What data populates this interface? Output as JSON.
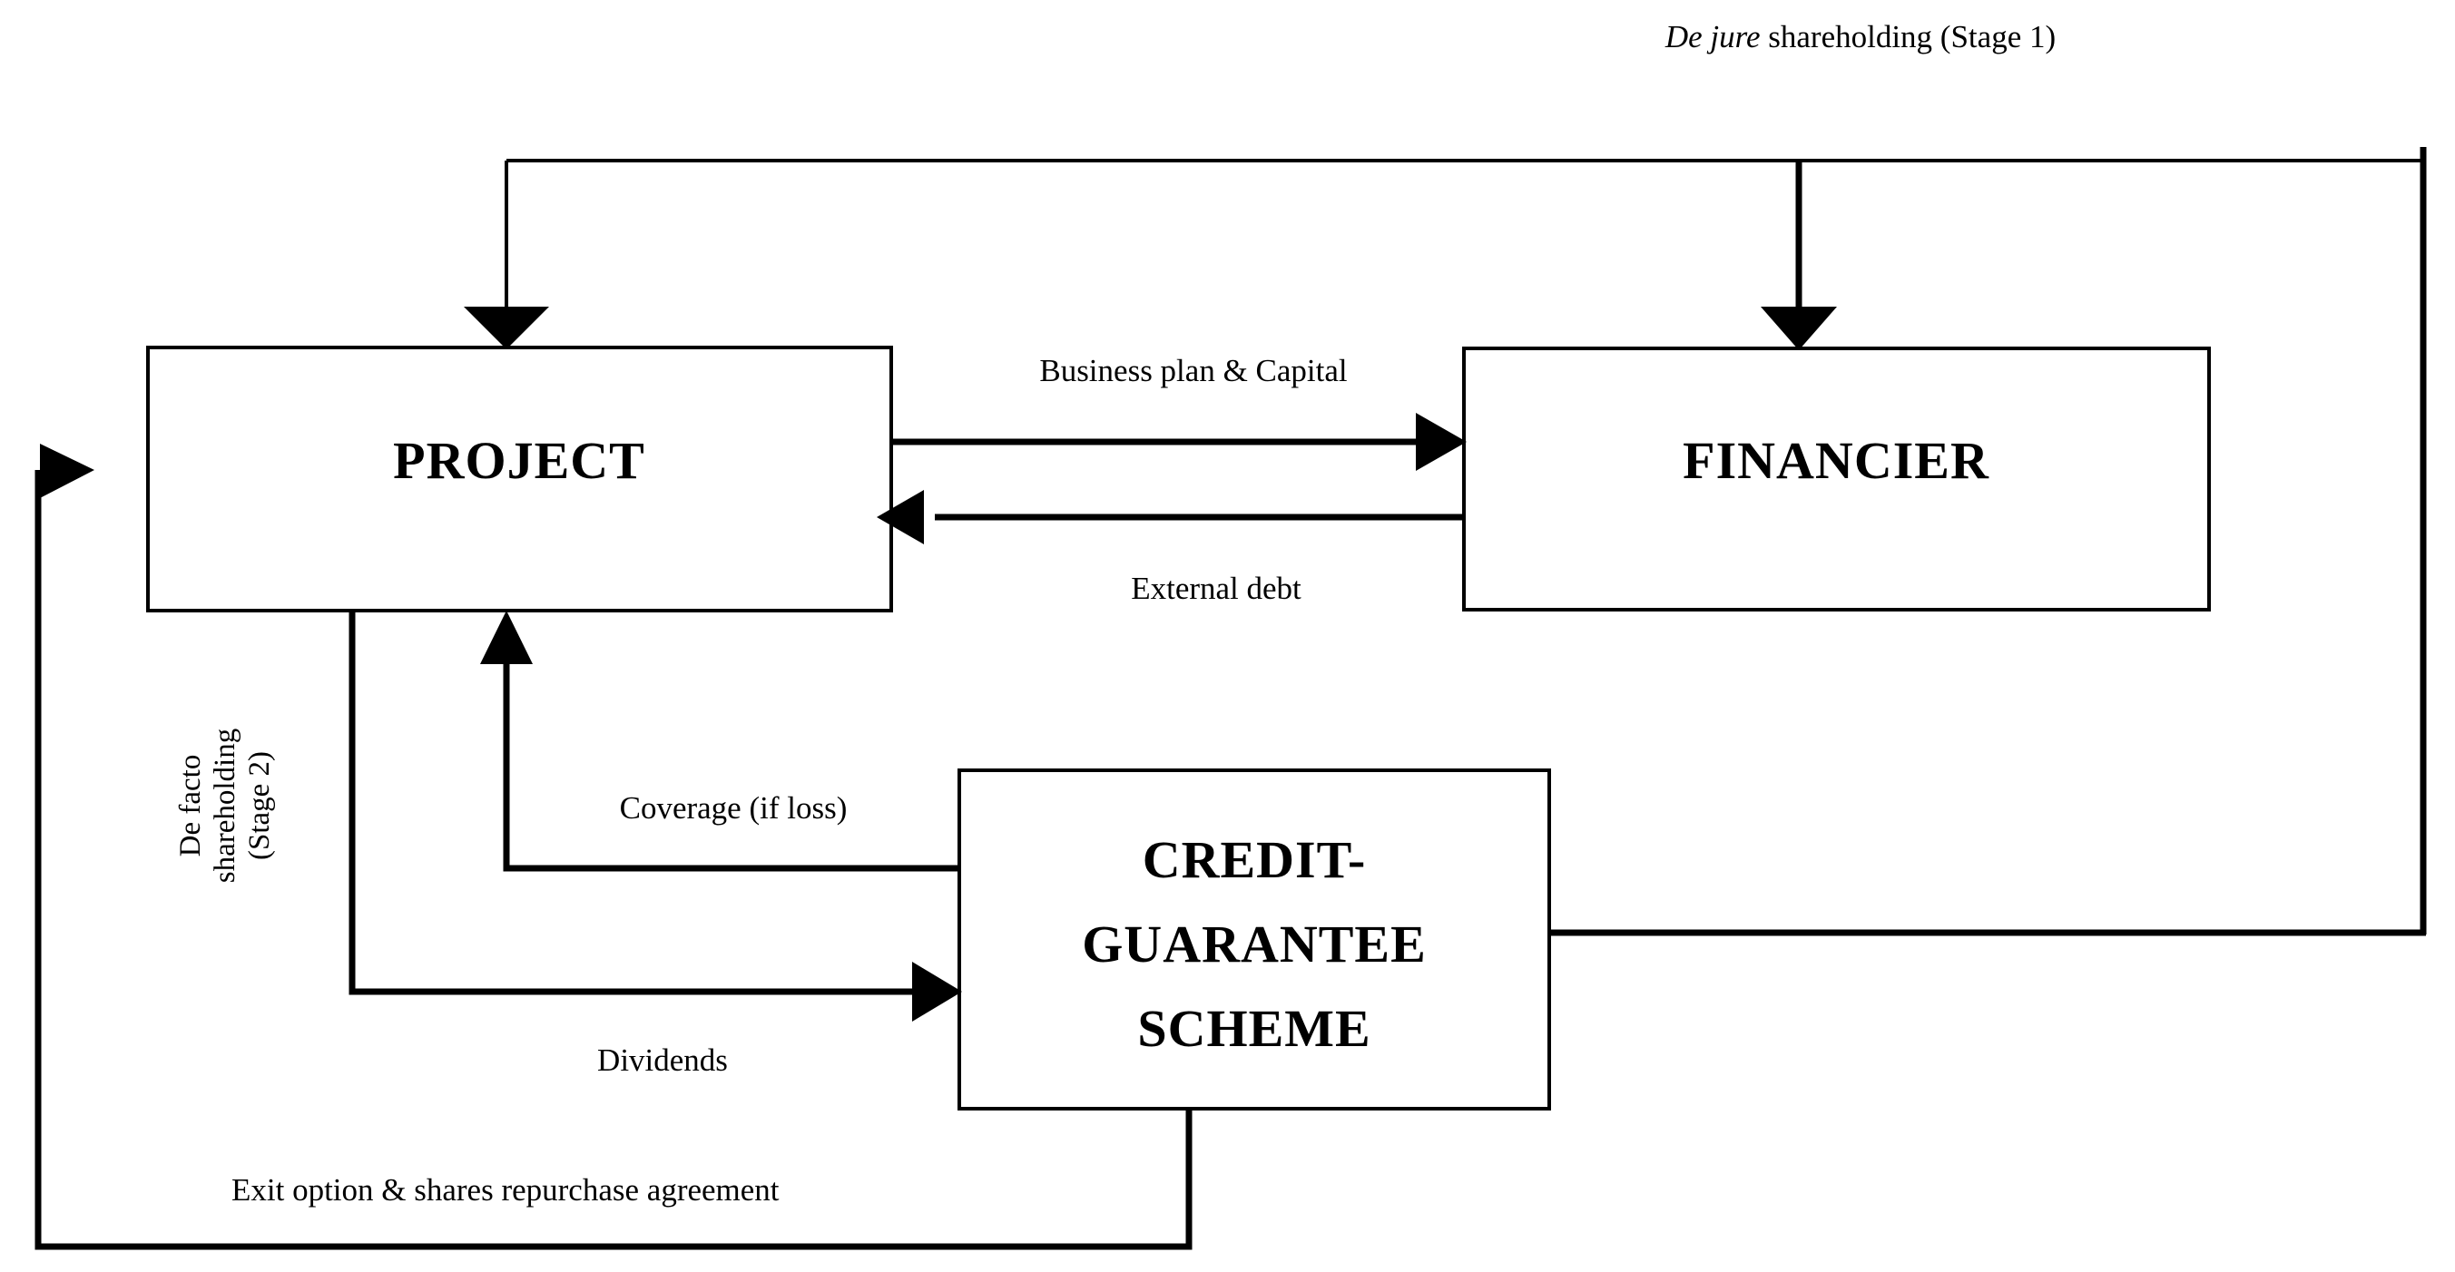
{
  "diagram": {
    "title_caption": "",
    "colors": {
      "stroke": "#000000",
      "background": "#ffffff",
      "text": "#000000"
    },
    "nodes": [
      {
        "id": "project",
        "label": "PROJECT"
      },
      {
        "id": "financier",
        "label": "FINANCIER"
      },
      {
        "id": "credit_guarantee_scheme",
        "line1": "CREDIT-",
        "line2": "GUARANTEE",
        "line3": "SCHEME"
      }
    ],
    "edge_labels": {
      "de_jure_italic": "De jure",
      "de_jure_rest": " shareholding (Stage 1)",
      "business_plan_capital": "Business plan & Capital",
      "external_debt": "External debt",
      "coverage_if_loss": "Coverage (if loss)",
      "dividends": "Dividends",
      "exit_option": "Exit option & shares repurchase agreement",
      "de_facto_italic": "De facto",
      "de_facto_line2": "shareholding",
      "de_facto_line3": "(Stage 2)"
    }
  }
}
